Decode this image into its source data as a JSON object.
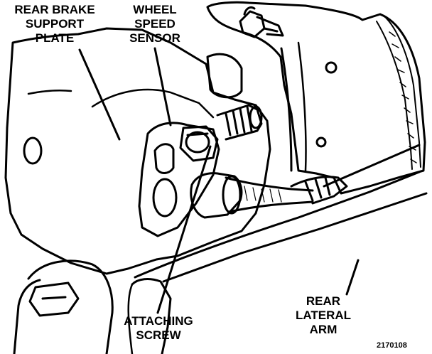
{
  "labels": {
    "rear_brake_support_plate": [
      "REAR BRAKE",
      "SUPPORT",
      "PLATE"
    ],
    "wheel_speed_sensor": [
      "WHEEL",
      "SPEED",
      "SENSOR"
    ],
    "attaching_screw": [
      "ATTACHING",
      "SCREW"
    ],
    "rear_lateral_arm": [
      "REAR",
      "LATERAL",
      "ARM"
    ]
  },
  "figure_number": "2170108"
}
